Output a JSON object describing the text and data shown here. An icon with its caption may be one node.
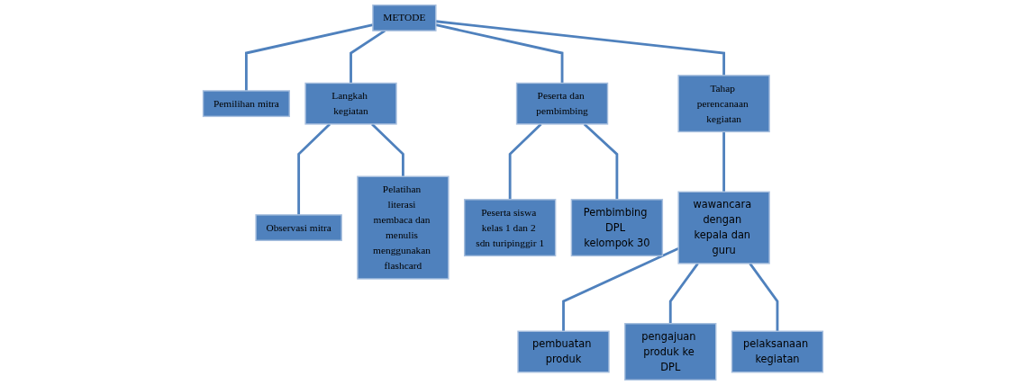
{
  "diagram": {
    "nodes": [
      {
        "text": [
          "METODE"
        ]
      },
      {
        "text": [
          "Pemilihan mitra"
        ]
      },
      {
        "text": [
          "Langkah kegiatan"
        ]
      },
      {
        "text": [
          "Peserta dan pembimbing"
        ]
      },
      {
        "text": [
          "Tahap perencanaan kegiatan"
        ]
      },
      {
        "text": [
          "Observasi mitra"
        ]
      },
      {
        "text": [
          "Pelatihan literasi membaca dan menulis menggunakan flashcard"
        ]
      },
      {
        "text": [
          "Peserta siswa kelas 1 dan 2 sdn turipinggir 1"
        ]
      },
      {
        "text": [
          "Pembimbing DPL kelompok 30"
        ]
      },
      {
        "text": [
          "wawancara dengan kepala dan guru"
        ]
      },
      {
        "text": [
          "pembuatan produk"
        ]
      },
      {
        "text": [
          "pengajuan produk ke DPL"
        ]
      },
      {
        "text": [
          "pelaksanaan kegiatan"
        ]
      }
    ],
    "edges": [
      {
        "from": 0,
        "to": 1,
        "arrow": "none"
      },
      {
        "from": 0,
        "to": 2,
        "arrow": "none"
      },
      {
        "from": 0,
        "to": 3,
        "arrow": "none"
      },
      {
        "from": 0,
        "to": 4,
        "arrow": "none"
      },
      {
        "from": 2,
        "to": 5,
        "arrow": "none"
      },
      {
        "from": 2,
        "to": 6,
        "arrow": "none"
      },
      {
        "from": 3,
        "to": 7,
        "arrow": "none"
      },
      {
        "from": 3,
        "to": 8,
        "arrow": "none"
      },
      {
        "from": 4,
        "to": 9,
        "arrow": "none"
      },
      {
        "from": 9,
        "to": 10,
        "arrow": "none"
      },
      {
        "from": 9,
        "to": 11,
        "arrow": "none"
      },
      {
        "from": 9,
        "to": 12,
        "arrow": "none"
      }
    ]
  }
}
